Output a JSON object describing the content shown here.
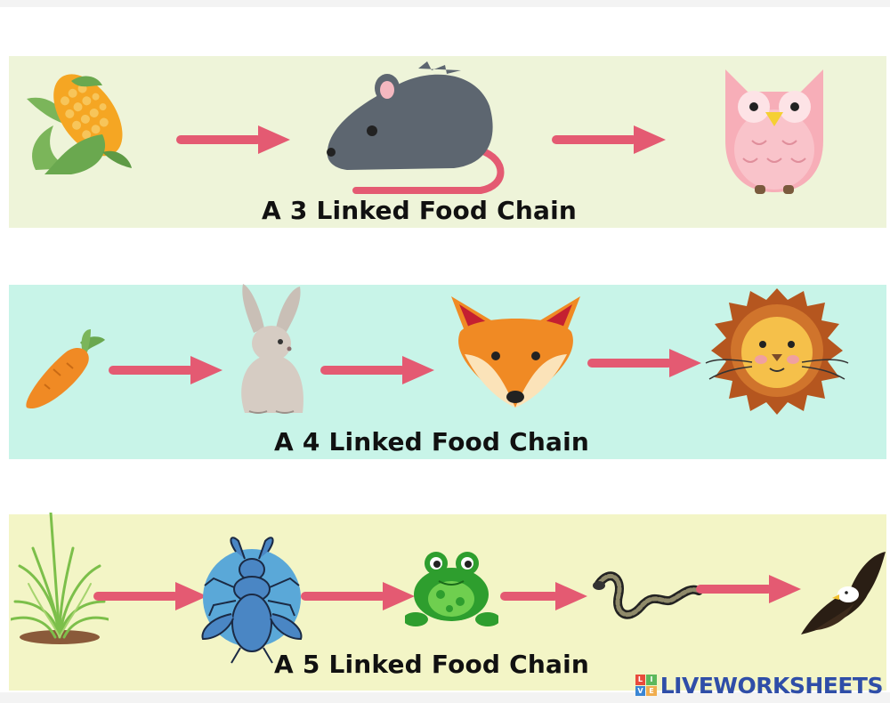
{
  "chains": [
    {
      "caption": "A 3 Linked Food Chain",
      "organisms": [
        {
          "name": "corn",
          "icon": "corn-icon"
        },
        {
          "name": "mouse",
          "icon": "mouse-icon"
        },
        {
          "name": "owl",
          "icon": "owl-icon"
        }
      ],
      "background": "#eef4d9"
    },
    {
      "caption": "A 4 Linked Food Chain",
      "organisms": [
        {
          "name": "carrot",
          "icon": "carrot-icon"
        },
        {
          "name": "rabbit",
          "icon": "rabbit-icon"
        },
        {
          "name": "fox",
          "icon": "fox-icon"
        },
        {
          "name": "lion",
          "icon": "lion-icon"
        }
      ],
      "background": "#c8f4e8"
    },
    {
      "caption": "A 5 Linked Food Chain",
      "organisms": [
        {
          "name": "grass",
          "icon": "grass-icon"
        },
        {
          "name": "beetle",
          "icon": "beetle-icon"
        },
        {
          "name": "frog",
          "icon": "frog-icon"
        },
        {
          "name": "snake",
          "icon": "snake-icon"
        },
        {
          "name": "eagle",
          "icon": "eagle-icon"
        }
      ],
      "background": "#f3f5c6"
    }
  ],
  "arrow_color": "#e45a72",
  "brand": {
    "text": "LIVEWORKSHEETS",
    "logo": "liveworksheets-logo-icon"
  }
}
